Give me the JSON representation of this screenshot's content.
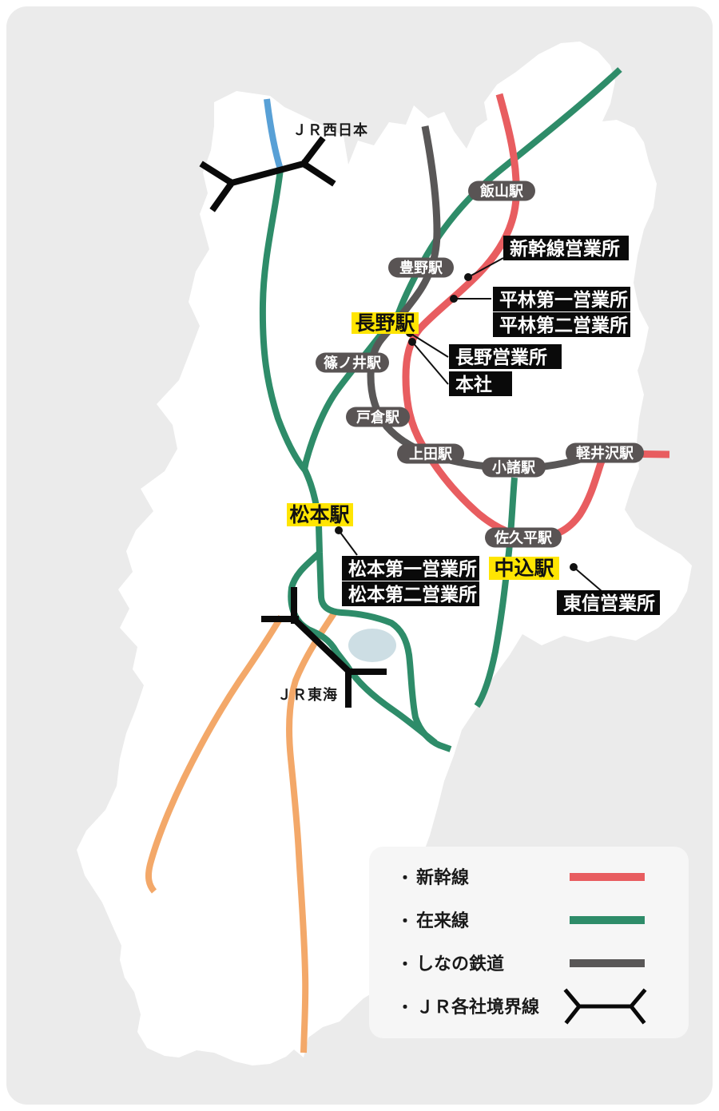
{
  "map": {
    "colors": {
      "canvas_background": "#ebebeb",
      "prefecture_fill": "#ffffff",
      "lake_fill": "#cddee4",
      "shinkansen_red": "#e85d60",
      "local_line_green": "#2e8c69",
      "shinano_railway_gray": "#595757",
      "boundary_black": "#0a0a0a",
      "jr_west_blue": "#58a0d6",
      "jr_tokai_orange": "#f3a869",
      "station_pill_bg": "#595454",
      "highlight_yellow": "#ffe502",
      "office_bg": "#0a0a0a",
      "legend_bg": "#f6f6f6"
    },
    "region_labels": {
      "jr_west": "ＪＲ西日本",
      "jr_tokai": "ＪＲ東海"
    },
    "stations": [
      {
        "name": "飯山駅"
      },
      {
        "name": "豊野駅"
      },
      {
        "name": "篠ノ井駅"
      },
      {
        "name": "戸倉駅"
      },
      {
        "name": "上田駅"
      },
      {
        "name": "小諸駅"
      },
      {
        "name": "軽井沢駅"
      },
      {
        "name": "佐久平駅"
      }
    ],
    "highlighted_stations": [
      {
        "name": "長野駅"
      },
      {
        "name": "松本駅"
      },
      {
        "name": "中込駅"
      }
    ],
    "offices": [
      "新幹線営業所",
      "平林第一営業所",
      "平林第二営業所",
      "長野営業所",
      "本社",
      "松本第一営業所",
      "松本第二営業所",
      "東信営業所"
    ],
    "legend": {
      "bullet": "・",
      "items": [
        {
          "label": "新幹線",
          "color": "#e85d60",
          "symbol": "line"
        },
        {
          "label": "在来線",
          "color": "#2e8c69",
          "symbol": "line"
        },
        {
          "label": "しなの鉄道",
          "color": "#595757",
          "symbol": "line"
        },
        {
          "label": "ＪＲ各社境界線",
          "color": "#0a0a0a",
          "symbol": "boundary-fork"
        }
      ]
    }
  }
}
